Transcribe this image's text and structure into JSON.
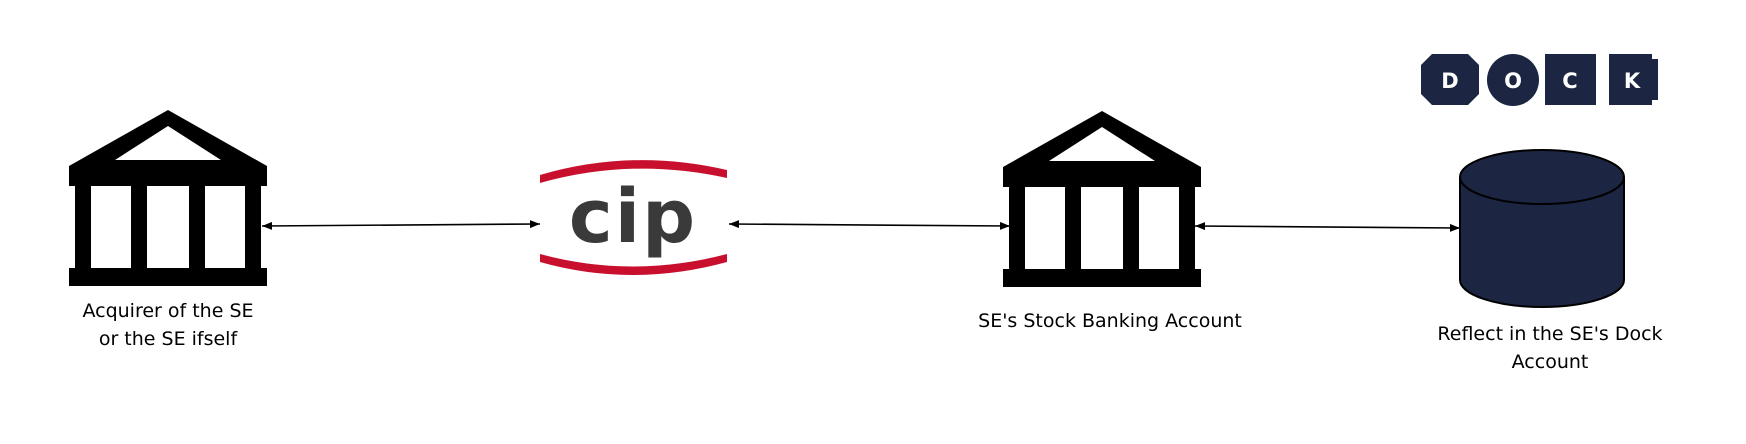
{
  "nodes": {
    "acquirer": {
      "icon": "bank-building-icon",
      "label_line1": "Acquirer of the SE",
      "label_line2": "or the SE ifself"
    },
    "cip": {
      "icon": "cip-logo",
      "logo_text": "cip"
    },
    "bank_account": {
      "icon": "bank-building-icon",
      "label": "SE's Stock Banking Account"
    },
    "dock_account": {
      "icon": "database-cylinder-icon",
      "label_line1": "Reflect in the SE's Dock",
      "label_line2": "Account"
    }
  },
  "dock_logo": {
    "letters": [
      "D",
      "O",
      "C",
      "K"
    ]
  },
  "edges": [
    {
      "from": "acquirer",
      "to": "cip",
      "direction": "bidirectional"
    },
    {
      "from": "cip",
      "to": "bank_account",
      "direction": "bidirectional"
    },
    {
      "from": "bank_account",
      "to": "dock_account",
      "direction": "bidirectional"
    }
  ],
  "colors": {
    "icon": "#000000",
    "cip_red": "#c8102e",
    "cip_text": "#3a3a3a",
    "dock_navy": "#1c2541",
    "edge": "#000000"
  }
}
